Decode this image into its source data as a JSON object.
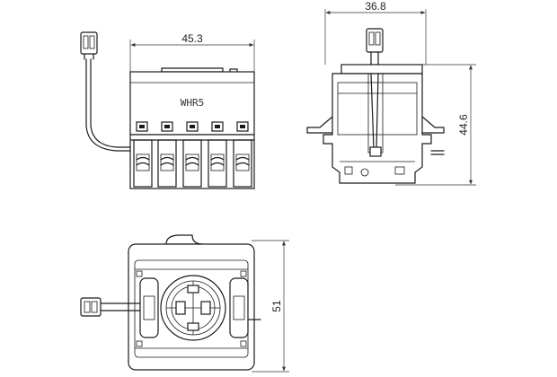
{
  "dimensions": {
    "front_width": "45.3",
    "side_width": "36.8",
    "side_height": "44.6",
    "bottom_height": "51"
  },
  "part_label": "WHR5",
  "colors": {
    "line": "#1a1a1a",
    "dimension": "#333333",
    "background": "#ffffff"
  }
}
